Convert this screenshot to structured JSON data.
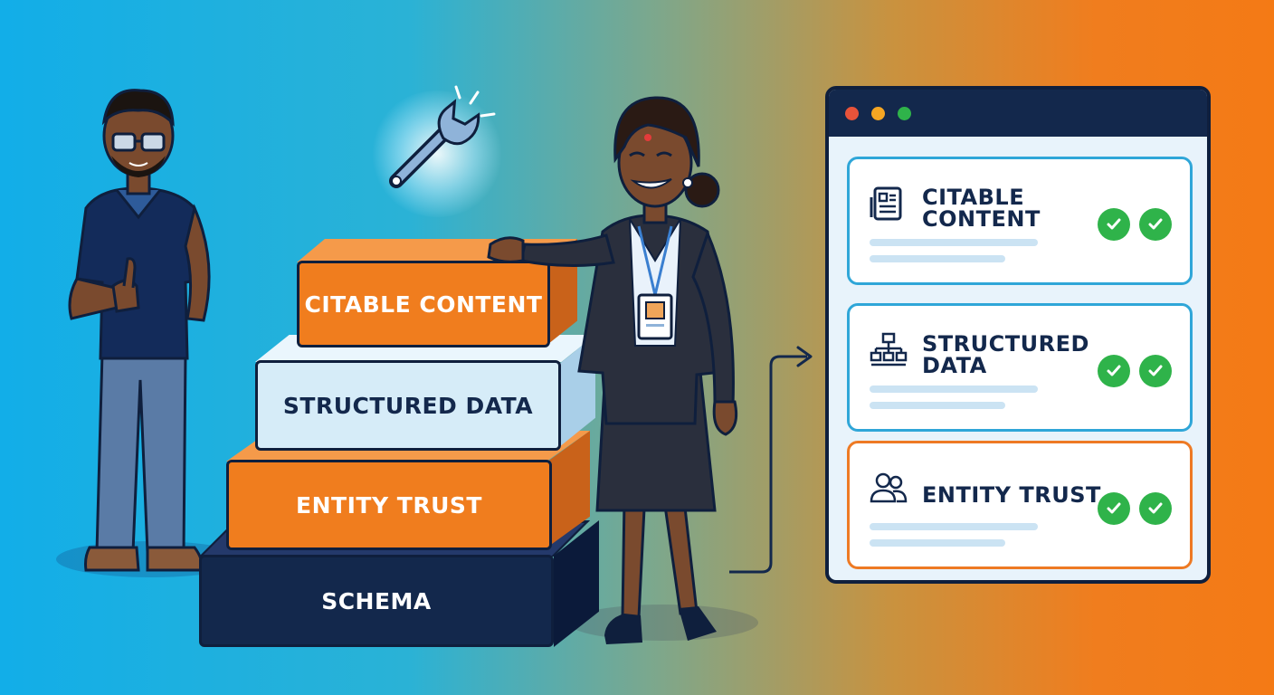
{
  "stack": {
    "blocks": [
      {
        "label": "CITABLE CONTENT"
      },
      {
        "label": "STRUCTURED DATA"
      },
      {
        "label": "ENTITY TRUST"
      },
      {
        "label": "SCHEMA"
      }
    ]
  },
  "browser": {
    "window_dots": [
      "#e8533a",
      "#f5a623",
      "#2fb34a"
    ],
    "cards": [
      {
        "title": "CITABLE CONTENT",
        "icon": "document-icon",
        "checks": 2
      },
      {
        "title": "STRUCTURED DATA",
        "icon": "hierarchy-icon",
        "checks": 2
      },
      {
        "title": "ENTITY TRUST",
        "icon": "people-icon",
        "checks": 2
      }
    ]
  },
  "colors": {
    "orange": "#f07d1e",
    "light_blue": "#d6ecf8",
    "navy": "#13284c",
    "green_check": "#2fb34a"
  }
}
